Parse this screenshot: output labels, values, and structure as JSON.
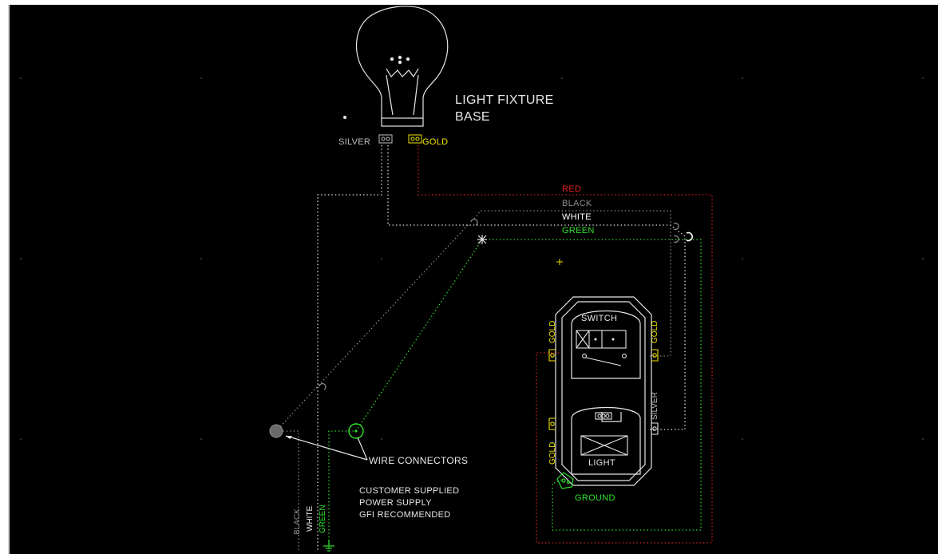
{
  "colors": {
    "background": "#000000",
    "red": "#e02020",
    "black_wire": "#8c8c8c",
    "white_wire": "#e8e8e8",
    "green": "#2ee22e",
    "gold": "#f2e500",
    "line": "#e6e6e6"
  },
  "title": {
    "line1": "LIGHT FIXTURE",
    "line2": "BASE"
  },
  "terminals": {
    "silver_top": "SILVER",
    "gold_top": "GOLD",
    "gold_left_upper": "GOLD",
    "gold_right_upper": "GOLD",
    "gold_left_lower": "GOLD",
    "silver_right_lower": "SILVER"
  },
  "wire_legend": {
    "red": "RED",
    "black": "BLACK",
    "white": "WHITE",
    "green": "GREEN"
  },
  "device": {
    "switch": "SWITCH",
    "light": "LIGHT",
    "ground": "GROUND"
  },
  "wire_connectors": "WIRE CONNECTORS",
  "supply_note": {
    "line1": "CUSTOMER SUPPLIED",
    "line2": "POWER SUPPLY",
    "line3": "GFI RECOMMENDED"
  },
  "supply_wires": {
    "black": "BLACK",
    "white": "WHITE",
    "green": "GREEN"
  }
}
